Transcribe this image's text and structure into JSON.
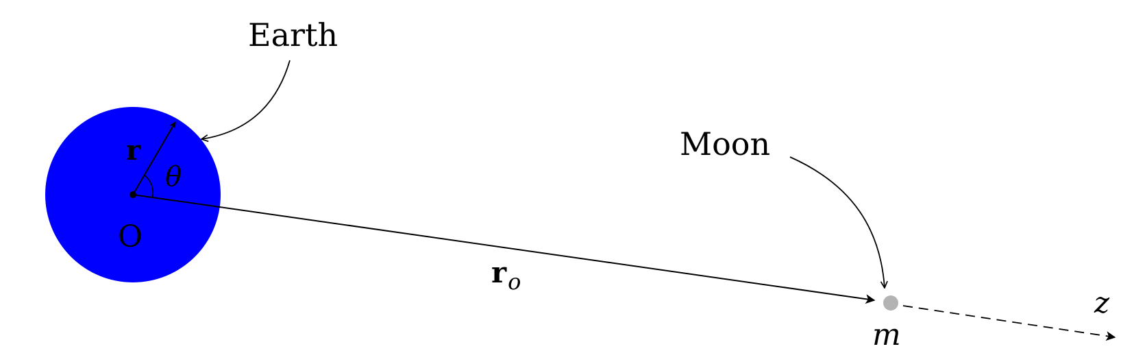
{
  "colors": {
    "earth_fill": "#0000ff",
    "moon_fill": "#b3b3b3",
    "ink": "#000000"
  },
  "labels": {
    "earth": "Earth",
    "moon": "Moon",
    "origin": "O",
    "r_vector": "r",
    "theta": "θ",
    "ro_main": "r",
    "ro_subscript": "o",
    "mass": "m",
    "z_axis": "z"
  }
}
